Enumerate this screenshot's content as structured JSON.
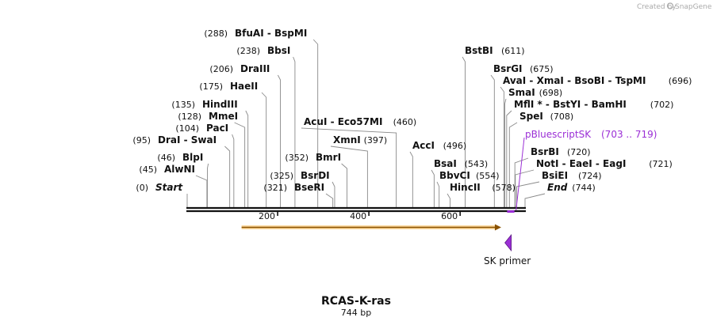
{
  "credit": {
    "text": "Created by",
    "brand": "SnapGene"
  },
  "map": {
    "title": "RCAS-K-ras",
    "length_label": "744 bp",
    "total_bp": 744,
    "ticks": [
      {
        "bp": 200,
        "label": "200"
      },
      {
        "bp": 400,
        "label": "400"
      },
      {
        "bp": 600,
        "label": "600"
      }
    ]
  },
  "sites": [
    {
      "pos": "(288)",
      "name": "BfuAI",
      "extra": " - BspMI",
      "bp": 288
    },
    {
      "pos": "(238)",
      "name": "BbsI",
      "extra": "",
      "bp": 238
    },
    {
      "pos": "(206)",
      "name": "DraIII",
      "extra": "",
      "bp": 206
    },
    {
      "pos": "(175)",
      "name": "HaeII",
      "extra": "",
      "bp": 175
    },
    {
      "pos": "(135)",
      "name": "HindIII",
      "extra": "",
      "bp": 135
    },
    {
      "pos": "(128)",
      "name": "MmeI",
      "extra": "",
      "bp": 128
    },
    {
      "pos": "(104)",
      "name": "PacI",
      "extra": "",
      "bp": 104
    },
    {
      "pos": "(95)",
      "name": "DraI",
      "extra": " - SwaI",
      "bp": 95
    },
    {
      "pos": "(46)",
      "name": "BlpI",
      "extra": "",
      "bp": 46
    },
    {
      "pos": "(45)",
      "name": "AlwNI",
      "extra": "",
      "bp": 45
    },
    {
      "pos": "(0)",
      "name": "Start",
      "extra": "",
      "bp": 0,
      "italic": true
    },
    {
      "pos": "(460)",
      "name": "AcuI",
      "extra": " - Eco57MI",
      "bp": 460
    },
    {
      "pos": "(397)",
      "name": "XmnI",
      "extra": "",
      "bp": 397
    },
    {
      "pos": "(352)",
      "name": "BmrI",
      "extra": "",
      "bp": 352
    },
    {
      "pos": "(325)",
      "name": "BsrDI",
      "extra": "",
      "bp": 325
    },
    {
      "pos": "(321)",
      "name": "BseRI",
      "extra": "",
      "bp": 321
    },
    {
      "pos": "(496)",
      "name": "AccI",
      "extra": "",
      "bp": 496
    },
    {
      "pos": "(543)",
      "name": "BsaI",
      "extra": "",
      "bp": 543
    },
    {
      "pos": "(554)",
      "name": "BbvCI",
      "extra": "",
      "bp": 554
    },
    {
      "pos": "(578)",
      "name": "HincII",
      "extra": "",
      "bp": 578
    },
    {
      "pos": "(611)",
      "name": "BstBI",
      "extra": "",
      "bp": 611
    },
    {
      "pos": "(675)",
      "name": "BsrGI",
      "extra": "",
      "bp": 675
    },
    {
      "pos": "(696)",
      "name": "AvaI",
      "extra": " - XmaI - BsoBI - TspMI",
      "bp": 696
    },
    {
      "pos": "(698)",
      "name": "SmaI",
      "extra": "",
      "bp": 698
    },
    {
      "pos": "(702)",
      "name": "MflI *",
      "extra": " - BstYI - BamHI",
      "bp": 702
    },
    {
      "pos": "(708)",
      "name": "SpeI",
      "extra": "",
      "bp": 708
    },
    {
      "pos": "(720)",
      "name": "BsrBI",
      "extra": "",
      "bp": 720
    },
    {
      "pos": "(721)",
      "name": "NotI",
      "extra": " - EaeI - EagI",
      "bp": 721
    },
    {
      "pos": "(724)",
      "name": "BsiEI",
      "extra": "",
      "bp": 724
    },
    {
      "pos": "(744)",
      "name": "End",
      "extra": "",
      "bp": 744,
      "italic": true
    }
  ],
  "features": [
    {
      "label": "pBluescriptSK",
      "range": "(703 .. 719)",
      "start": 703,
      "end": 719,
      "color": "#9b2fd6"
    }
  ],
  "primers": [
    {
      "label": "SK primer",
      "bp": 719,
      "color": "#9b2fd6"
    }
  ],
  "orf": {
    "start": 121,
    "end": 690,
    "color": "#f5a623"
  }
}
